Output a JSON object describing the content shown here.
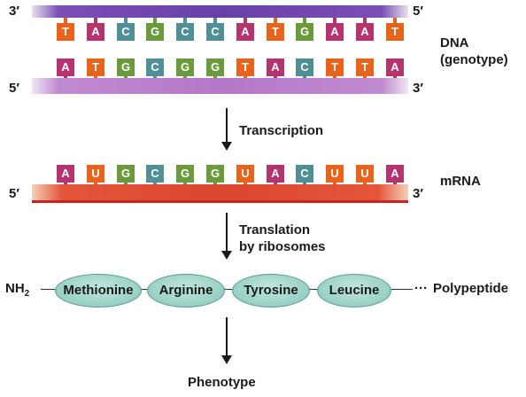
{
  "dna": {
    "label_line1": "DNA",
    "label_line2": "(genotype)",
    "top_left_end": "3′",
    "top_right_end": "5′",
    "bottom_left_end": "5′",
    "bottom_right_end": "3′",
    "template_bases": [
      "T",
      "A",
      "C",
      "G",
      "C",
      "C",
      "A",
      "T",
      "G",
      "A",
      "A",
      "T"
    ],
    "coding_bases": [
      "A",
      "T",
      "G",
      "C",
      "G",
      "G",
      "T",
      "A",
      "C",
      "T",
      "T",
      "A"
    ]
  },
  "transcription": {
    "label": "Transcription"
  },
  "mrna": {
    "label": "mRNA",
    "left_end": "5′",
    "right_end": "3′",
    "bases": [
      "A",
      "U",
      "G",
      "C",
      "G",
      "G",
      "U",
      "A",
      "C",
      "U",
      "U",
      "A"
    ]
  },
  "translation": {
    "label_line1": "Translation",
    "label_line2": "by ribosomes"
  },
  "polypeptide": {
    "n_terminus": "NH",
    "n_terminus_subscript": "2",
    "amino_acids": [
      "Methionine",
      "Arginine",
      "Tyrosine",
      "Leucine"
    ],
    "continuation": "···",
    "label": "Polypeptide"
  },
  "phenotype": {
    "label": "Phenotype"
  },
  "colors": {
    "A": "#b5336e",
    "T": "#e8641d",
    "U": "#e8641d",
    "G": "#6a9a3c",
    "C": "#4f8f95"
  }
}
